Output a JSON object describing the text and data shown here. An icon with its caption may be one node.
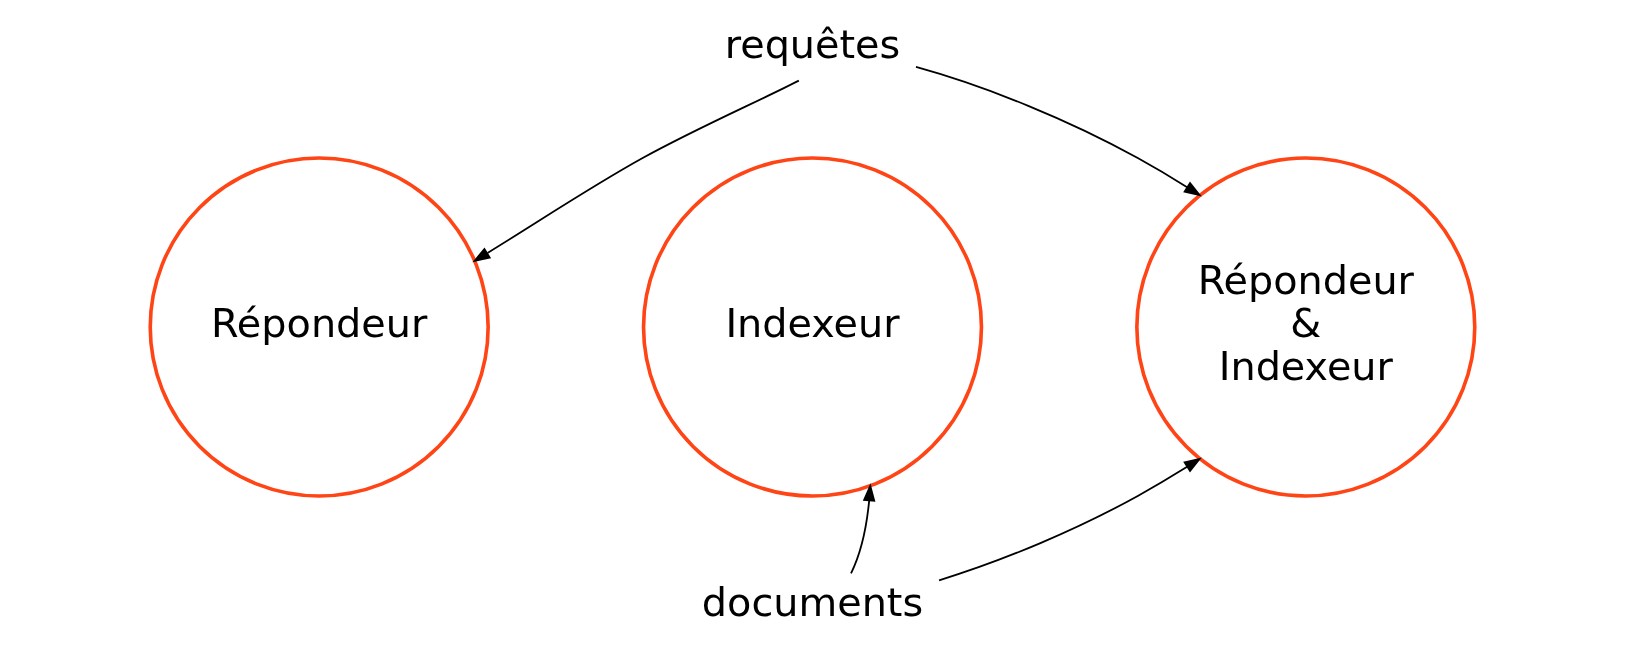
{
  "diagram": {
    "nodes": [
      {
        "text": [
          "requêtes"
        ]
      },
      {
        "text": [
          "Répondeur"
        ]
      },
      {
        "text": [
          "Indexeur"
        ]
      },
      {
        "text": [
          "Répondeur & Indexeur"
        ]
      },
      {
        "text": [
          "documents"
        ]
      }
    ],
    "edges": [
      {
        "from": 0,
        "to": 1,
        "arrow": "to"
      },
      {
        "from": 0,
        "to": 3,
        "arrow": "to"
      },
      {
        "from": 4,
        "to": 2,
        "arrow": "to"
      },
      {
        "from": 4,
        "to": 3,
        "arrow": "to"
      }
    ]
  }
}
